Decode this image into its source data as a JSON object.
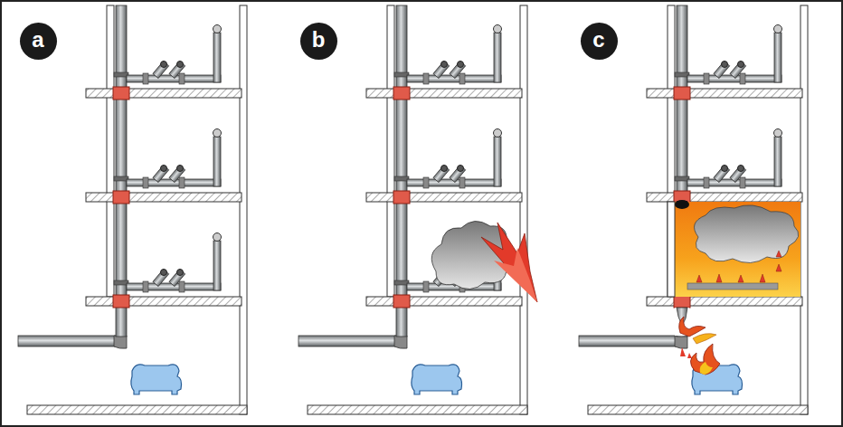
{
  "diagram": {
    "nodes": [
      {
        "text": [
          "a"
        ]
      },
      {
        "text": [
          "b"
        ]
      },
      {
        "text": [
          "c"
        ]
      }
    ]
  }
}
